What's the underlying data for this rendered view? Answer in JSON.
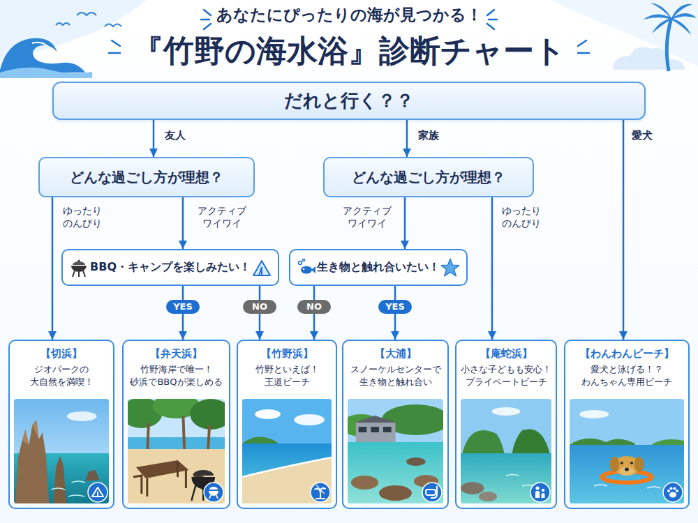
{
  "diagram": {
    "title": "『竹野の海水浴』診断チャート",
    "nodes": [
      {
        "text": [
          "だれと行く？？"
        ]
      },
      {
        "text": [
          "どんな過ごし方が理想？"
        ]
      },
      {
        "text": [
          "どんな過ごし方が理想？"
        ]
      },
      {
        "text": [
          "BBQ・キャンプを楽しみたい！"
        ]
      },
      {
        "text": [
          "生き物と触れ合いたい！"
        ]
      },
      {
        "text": [
          "【切浜】",
          "ジオパークの 大自然を満喫！"
        ]
      },
      {
        "text": [
          "【弁天浜】",
          "竹野海岸で唯一！ 砂浜でBBQが楽しめる"
        ]
      },
      {
        "text": [
          "【竹野浜】",
          "竹野といえば！ 王道ビーチ"
        ]
      },
      {
        "text": [
          "【大浦】",
          "スノーケルセンターで 生き物と触れ合い"
        ]
      },
      {
        "text": [
          "【庵蛇浜】",
          "小さな子どもも安心！ プライベートビーチ"
        ]
      },
      {
        "text": [
          "【わんわんビーチ】",
          "愛犬と泳げる！？ わんちゃん専用ビーチ"
        ]
      }
    ],
    "edges": [
      {
        "from": 0,
        "to": 1,
        "label": "友人",
        "arrow": "to"
      },
      {
        "from": 0,
        "to": 2,
        "label": "家族",
        "arrow": "to"
      },
      {
        "from": 0,
        "to": 10,
        "label": "愛犬",
        "arrow": "to"
      },
      {
        "from": 1,
        "to": 5,
        "label": "ゆったり のんびり",
        "arrow": "to"
      },
      {
        "from": 1,
        "to": 3,
        "label": "アクティブ ワイワイ",
        "arrow": "to"
      },
      {
        "from": 2,
        "to": 4,
        "label": "アクティブ ワイワイ",
        "arrow": "to"
      },
      {
        "from": 2,
        "to": 9,
        "label": "ゆったり のんびり",
        "arrow": "to"
      },
      {
        "from": 3,
        "to": 6,
        "label": "YES",
        "arrow": "to"
      },
      {
        "from": 3,
        "to": 7,
        "label": "NO",
        "arrow": "to"
      },
      {
        "from": 4,
        "to": 7,
        "label": "NO",
        "arrow": "to"
      },
      {
        "from": 4,
        "to": 8,
        "label": "YES",
        "arrow": "to"
      }
    ],
    "labels": [
      "あなたにぴったりの海が見つかる！"
    ]
  }
}
